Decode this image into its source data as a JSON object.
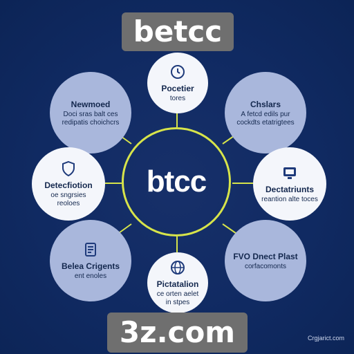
{
  "title": "INTFCIDI SJENOS",
  "center_label": "btcc",
  "overlay_top": "betcc",
  "overlay_bottom": "3z.com",
  "credit": "Crgjarict.com",
  "colors": {
    "background": "#102a62",
    "ring": "#d7e44a",
    "node_white": "#f4f6fb",
    "node_blue": "#a9b7dc",
    "text_dark": "#14284e"
  },
  "nodes": {
    "top": {
      "title": "Pocetier",
      "desc": "tores",
      "icon": "clock-icon"
    },
    "tl": {
      "title": "Newmoed",
      "desc": "Doci sras balt ces redipatis choichcrs",
      "icon": ""
    },
    "tr": {
      "title": "Chslars",
      "desc": "A fetcd edils pur cockdts etatrigtees",
      "icon": ""
    },
    "l": {
      "title": "Detecfiotion",
      "desc": "oe sngrsies reoloes",
      "icon": "shield-icon"
    },
    "r": {
      "title": "Dectatriunts",
      "desc": "reantion alte toces",
      "icon": "monitor-icon"
    },
    "bl": {
      "title": "Belea Crigents",
      "desc": "ent enoles",
      "icon": "document-icon"
    },
    "br": {
      "title": "FVO Dnect Plast",
      "desc": "corfacomonts",
      "icon": ""
    },
    "bottom": {
      "title": "Pictatalion",
      "desc": "ce orten aelet in stpes",
      "icon": "globe-icon"
    }
  }
}
